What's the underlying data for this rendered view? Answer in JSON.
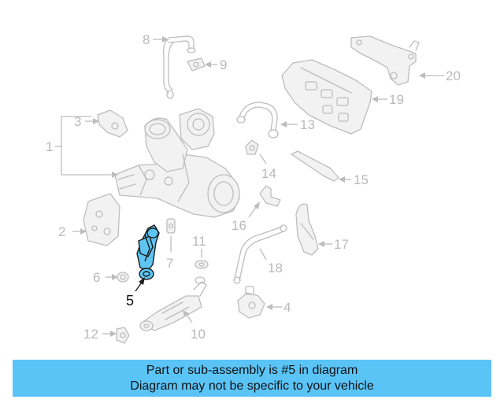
{
  "diagram": {
    "callouts": {
      "c1": "1",
      "c2": "2",
      "c3": "3",
      "c4": "4",
      "c5": "5",
      "c6": "6",
      "c7": "7",
      "c8": "8",
      "c9": "9",
      "c10": "10",
      "c11": "11",
      "c12": "12",
      "c13": "13",
      "c14": "14",
      "c15": "15",
      "c16": "16",
      "c17": "17",
      "c18": "18",
      "c19": "19",
      "c20": "20"
    },
    "highlighted_part": "5",
    "colors": {
      "highlight": "#5ec4f2",
      "banner": "#5ac4f7",
      "line_art": "#bdbdbd"
    }
  },
  "banner": {
    "line1": "Part or sub-assembly is #5 in diagram",
    "line2": "Diagram may not be specific to your vehicle"
  }
}
